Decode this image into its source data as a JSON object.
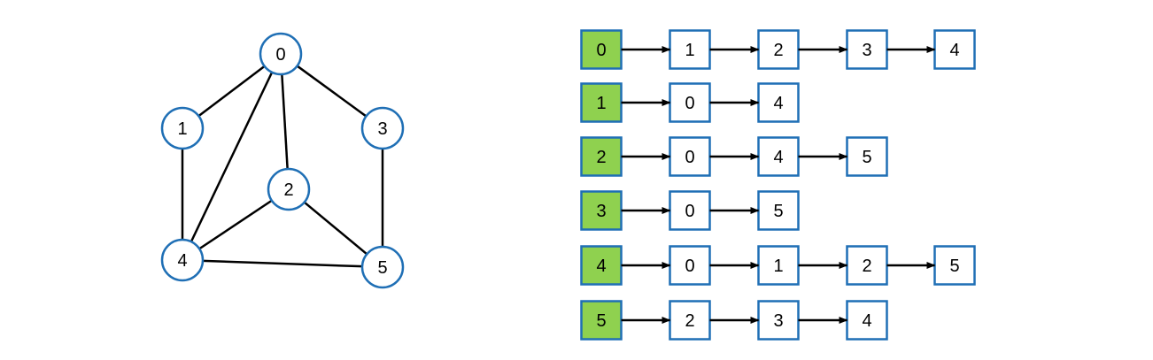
{
  "colors": {
    "node_stroke": "#1f6fb5",
    "node_fill": "#ffffff",
    "edge": "#000000",
    "box_stroke": "#1f6fb5",
    "head_fill": "#8fd14f",
    "arrow": "#000000",
    "text": "#000000"
  },
  "graph": {
    "nodes": [
      {
        "id": 0,
        "label": "0"
      },
      {
        "id": 1,
        "label": "1"
      },
      {
        "id": 2,
        "label": "2"
      },
      {
        "id": 3,
        "label": "3"
      },
      {
        "id": 4,
        "label": "4"
      },
      {
        "id": 5,
        "label": "5"
      }
    ],
    "edges": [
      [
        0,
        1
      ],
      [
        0,
        3
      ],
      [
        0,
        2
      ],
      [
        0,
        4
      ],
      [
        1,
        4
      ],
      [
        3,
        5
      ],
      [
        2,
        4
      ],
      [
        2,
        5
      ],
      [
        4,
        5
      ]
    ]
  },
  "adjacency": [
    {
      "head": "0",
      "neighbors": [
        "1",
        "2",
        "3",
        "4"
      ]
    },
    {
      "head": "1",
      "neighbors": [
        "0",
        "4"
      ]
    },
    {
      "head": "2",
      "neighbors": [
        "0",
        "4",
        "5"
      ]
    },
    {
      "head": "3",
      "neighbors": [
        "0",
        "5"
      ]
    },
    {
      "head": "4",
      "neighbors": [
        "0",
        "1",
        "2",
        "5"
      ]
    },
    {
      "head": "5",
      "neighbors": [
        "2",
        "3",
        "4"
      ]
    }
  ]
}
